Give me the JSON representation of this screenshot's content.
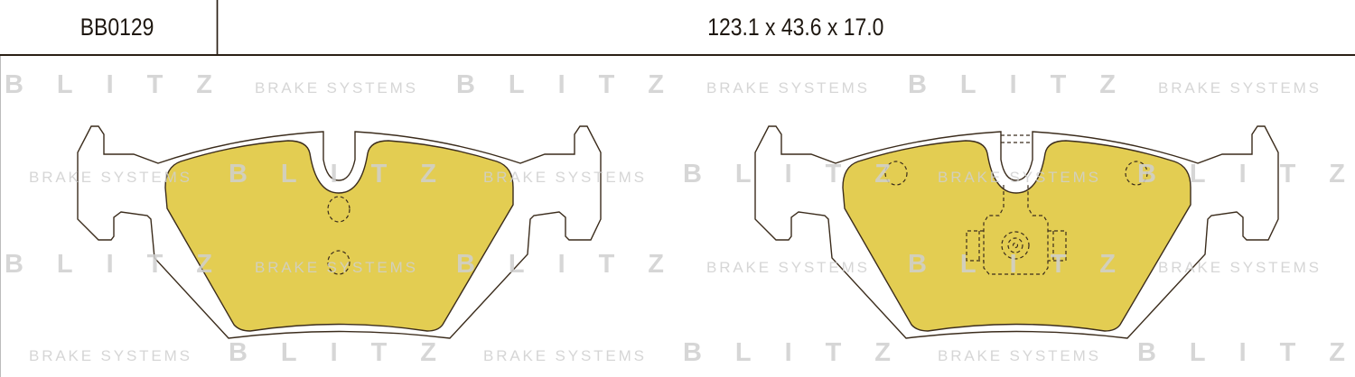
{
  "product": {
    "code": "BB0129",
    "dimensions": "123.1 x 43.6 x 17.0"
  },
  "watermark": {
    "brand": "BLITZ",
    "tagline": "BRAKE SYSTEMS",
    "color": "#cfcfcf"
  },
  "colors": {
    "friction_material": "#e3cd52",
    "outline": "#3b2c1c"
  },
  "drawings": [
    {
      "view": "pad-front",
      "features": [
        "notch",
        "two-dashed-holes"
      ]
    },
    {
      "view": "pad-back",
      "features": [
        "notch",
        "wear-sensor-clip-dashed",
        "two-dashed-holes"
      ]
    }
  ]
}
